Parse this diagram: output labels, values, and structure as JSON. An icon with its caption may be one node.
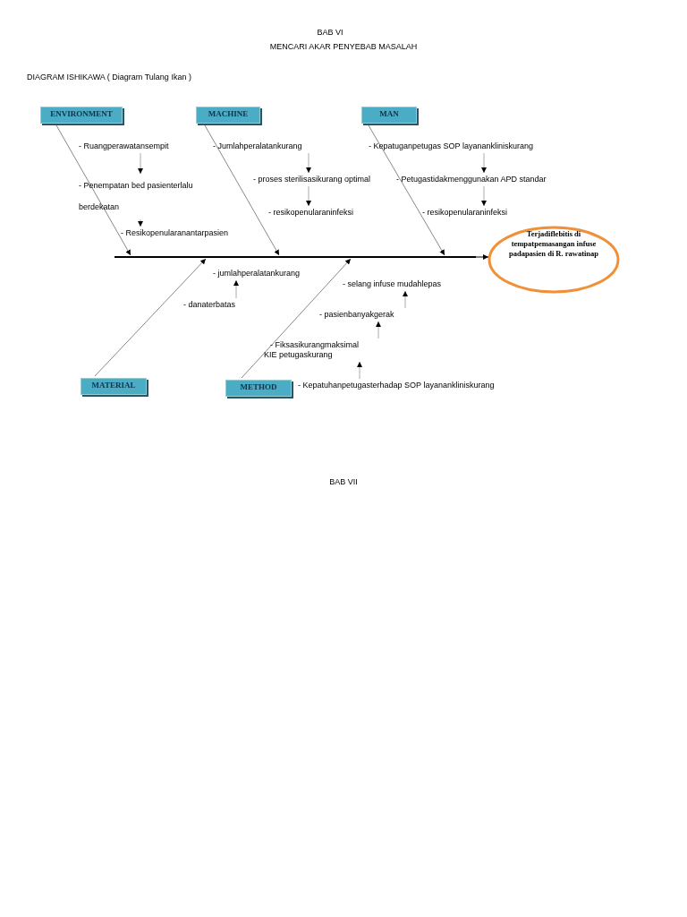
{
  "diagram": {
    "nodes": [
      {
        "text": [
          "ENVIRONMENT"
        ]
      },
      {
        "text": [
          "MACHINE"
        ]
      },
      {
        "text": [
          "MAN"
        ]
      },
      {
        "text": [
          "MATERIAL"
        ]
      },
      {
        "text": [
          "METHOD"
        ]
      },
      {
        "text": [
          "Terjadiflebitis di tempatpemasangan infuse padapasien di R. rawatinap"
        ]
      },
      {
        "text": [
          "- Ruangperawatansempit"
        ]
      },
      {
        "text": [
          "- Penempatan bed pasienterlalu berdekatan"
        ]
      },
      {
        "text": [
          "- Resikopenularanantarpasien"
        ]
      },
      {
        "text": [
          "- Jumlahperalatankurang"
        ]
      },
      {
        "text": [
          "- proses sterilisasikurang optimal"
        ]
      },
      {
        "text": [
          "- resikopenularaninfeksi"
        ]
      },
      {
        "text": [
          "- Kepatuganpetugas SOP layanankliniskurang"
        ]
      },
      {
        "text": [
          "- Petugastidakmenggunakan APD standar"
        ]
      },
      {
        "text": [
          "- resikopenularaninfeksi"
        ]
      },
      {
        "text": [
          "- jumlahperalatankurang"
        ]
      },
      {
        "text": [
          "- danaterbatas"
        ]
      },
      {
        "text": [
          "- selang infuse mudahlepas"
        ]
      },
      {
        "text": [
          "- pasienbanyakgerak"
        ]
      },
      {
        "text": [
          "- Fiksasikurangmaksimal"
        ]
      },
      {
        "text": [
          "KIE petugaskurang"
        ]
      },
      {
        "text": [
          "- Kepatuhanpetugasterhadap SOP layanankliniskurang"
        ]
      },
      {
        "text": [],
        "shape": "bar"
      }
    ],
    "edges": [
      {
        "from": 22,
        "to": 5,
        "arrow": "to",
        "color": "#000000"
      },
      {
        "from": 0,
        "to": 22,
        "arrow": "to"
      },
      {
        "from": 1,
        "to": 22,
        "arrow": "to"
      },
      {
        "from": 2,
        "to": 22,
        "arrow": "to"
      },
      {
        "from": 3,
        "to": 22,
        "arrow": "to"
      },
      {
        "from": 4,
        "to": 22,
        "arrow": "to"
      },
      {
        "from": 6,
        "to": 7,
        "arrow": "to"
      },
      {
        "from": 7,
        "to": 8,
        "arrow": "to"
      },
      {
        "from": 9,
        "to": 10,
        "arrow": "to"
      },
      {
        "from": 10,
        "to": 11,
        "arrow": "to"
      },
      {
        "from": 12,
        "to": 13,
        "arrow": "to"
      },
      {
        "from": 13,
        "to": 14,
        "arrow": "to"
      },
      {
        "from": 16,
        "to": 15,
        "arrow": "to"
      },
      {
        "from": 18,
        "to": 17,
        "arrow": "to"
      },
      {
        "from": 19,
        "to": 18,
        "arrow": "to"
      },
      {
        "from": 21,
        "to": 20,
        "arrow": "to"
      }
    ],
    "labels": [
      "BAB VI",
      "MENCARI AKAR PENYEBAB MASALAH",
      "DIAGRAM ISHIKAWA ( Diagram Tulang Ikan )",
      "BAB VII"
    ]
  }
}
